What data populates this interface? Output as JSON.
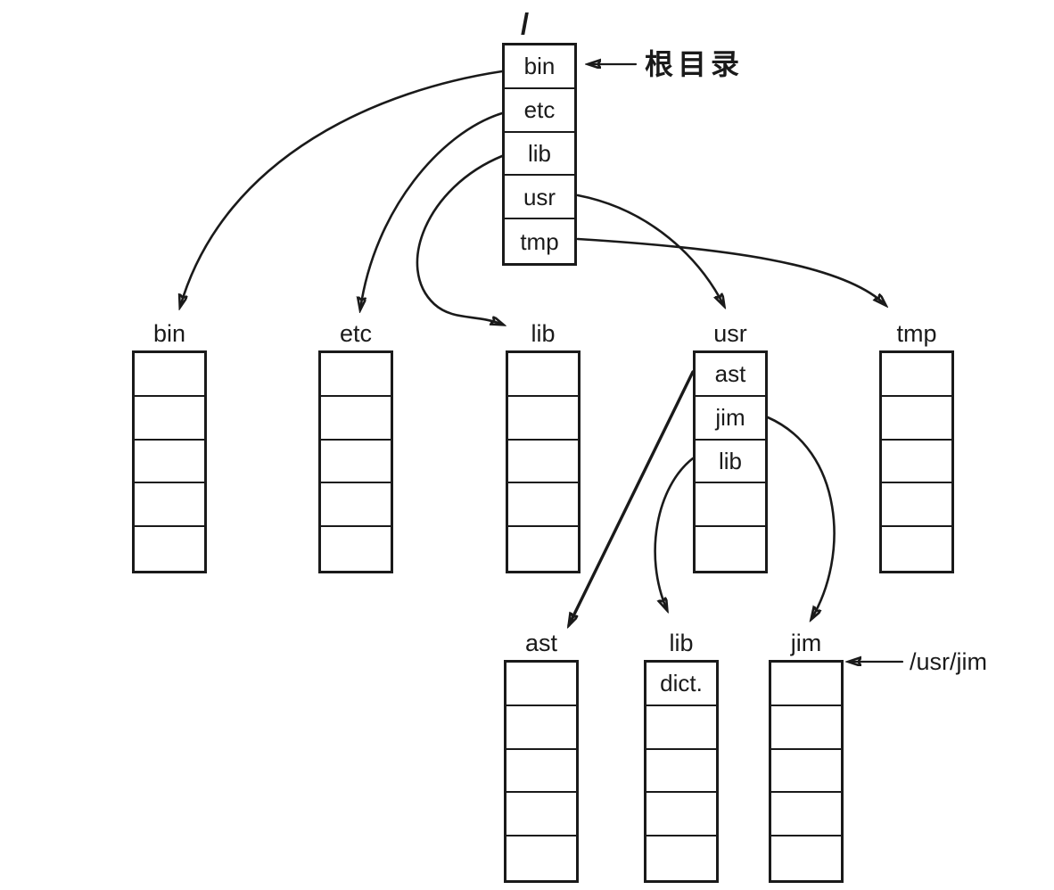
{
  "colors": {
    "ink": "#1a1a1a",
    "background": "#ffffff"
  },
  "root": {
    "title": "/",
    "annotation": "根目录",
    "cells": [
      "bin",
      "etc",
      "lib",
      "usr",
      "tmp"
    ]
  },
  "level2": [
    {
      "label": "bin",
      "cells": [
        "",
        "",
        "",
        "",
        ""
      ]
    },
    {
      "label": "etc",
      "cells": [
        "",
        "",
        "",
        "",
        ""
      ]
    },
    {
      "label": "lib",
      "cells": [
        "",
        "",
        "",
        "",
        ""
      ]
    },
    {
      "label": "usr",
      "cells": [
        "ast",
        "jim",
        "lib",
        "",
        ""
      ]
    },
    {
      "label": "tmp",
      "cells": [
        "",
        "",
        "",
        "",
        ""
      ]
    }
  ],
  "level3": [
    {
      "label": "ast",
      "cells": [
        "",
        "",
        "",
        "",
        ""
      ]
    },
    {
      "label": "lib",
      "cells": [
        "dict.",
        "",
        "",
        "",
        ""
      ]
    },
    {
      "label": "jim",
      "cells": [
        "",
        "",
        "",
        "",
        ""
      ],
      "annotation": "/usr/jim"
    }
  ]
}
